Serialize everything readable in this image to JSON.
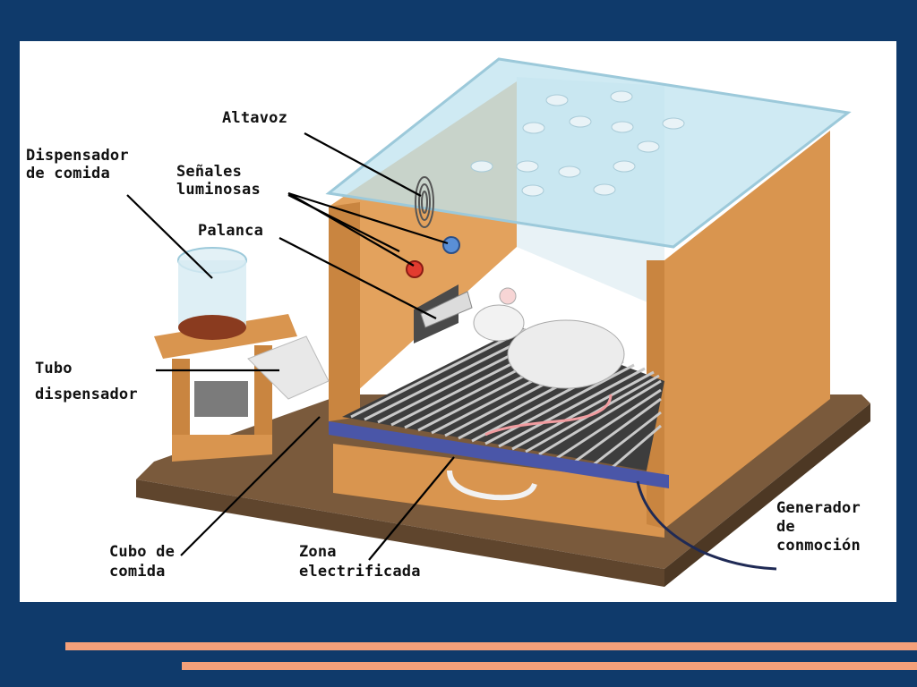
{
  "labels": {
    "altavoz": "Altavoz",
    "dispensador_comida_1": "Dispensador",
    "dispensador_comida_2": "de comida",
    "senales_1": "Señales",
    "senales_2": "luminosas",
    "palanca": "Palanca",
    "tubo_1": "Tubo",
    "tubo_2": "dispensador",
    "cubo_1": "Cubo de",
    "cubo_2": "comida",
    "zona_1": "Zona",
    "zona_2": "electrificada",
    "generador_1": "Generador",
    "generador_2": "de",
    "generador_3": "conmoción"
  },
  "colors": {
    "background": "#0f3a6b",
    "panel": "#ffffff",
    "accent_bars": "#f4a07a",
    "wood": "#d9954f",
    "glass": "#bfe3ef"
  }
}
